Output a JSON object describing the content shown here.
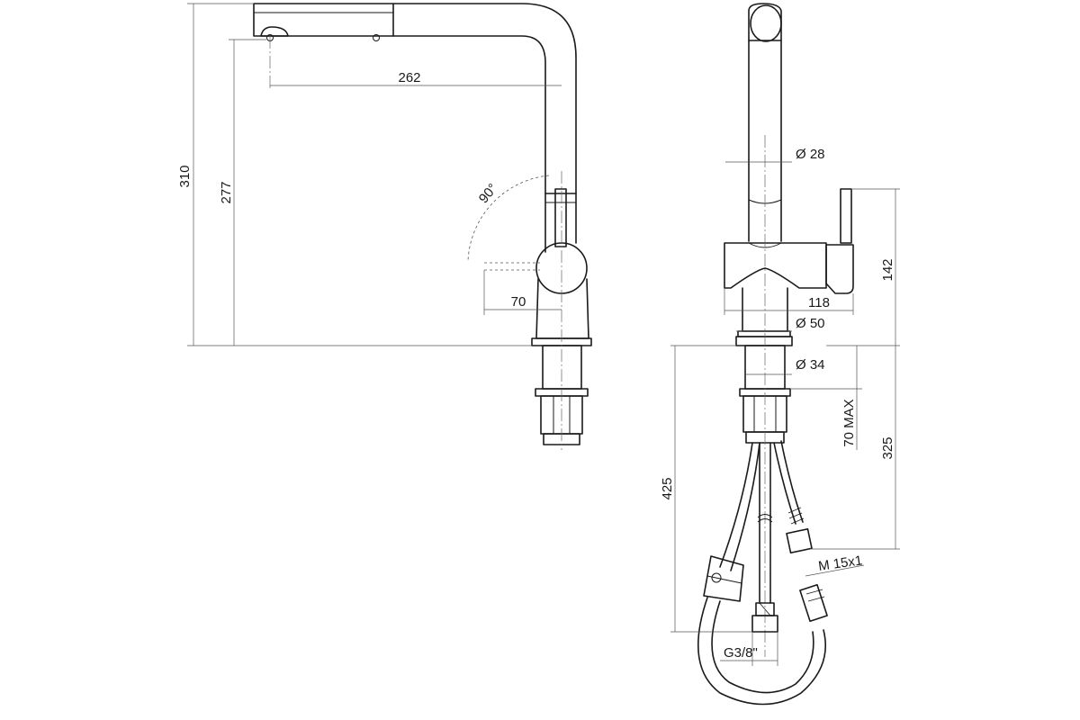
{
  "dimensions": {
    "height_total": "310",
    "height_spout": "277",
    "reach": "262",
    "angle": "90°",
    "lever_offset": "70",
    "spout_diameter": "Ø 28",
    "lever_height": "142",
    "body_width": "118",
    "base_diameter": "Ø 50",
    "shank_diameter": "Ø 34",
    "thickness_max": "70 MAX",
    "shank_length": "325",
    "hose_length": "425",
    "thread_outlet": "M 15x1",
    "thread_inlet": "G3/8\""
  }
}
